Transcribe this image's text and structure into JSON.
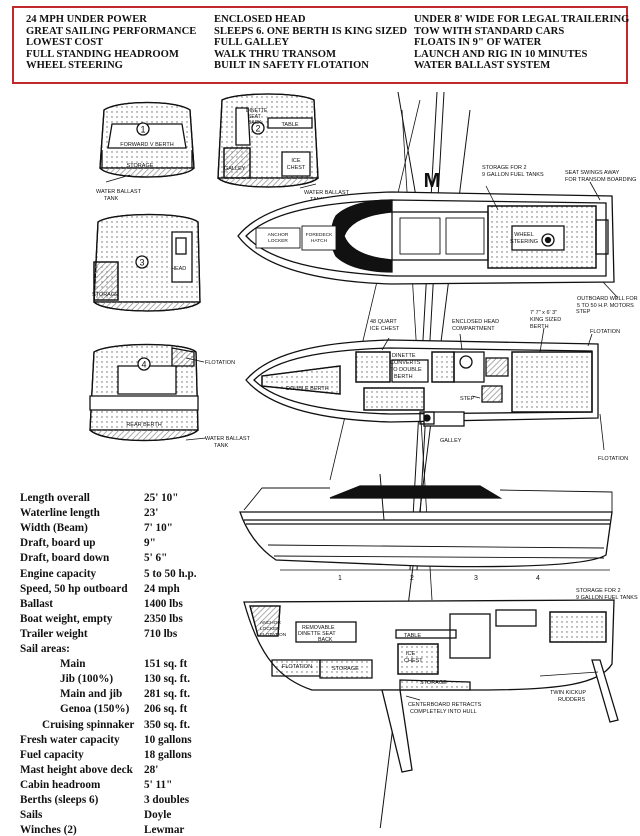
{
  "features": {
    "col1": [
      "24 MPH UNDER POWER",
      "GREAT SAILING PERFORMANCE",
      "LOWEST COST",
      "FULL STANDING HEADROOM",
      "WHEEL STEERING"
    ],
    "col2": [
      "ENCLOSED HEAD",
      "SLEEPS 6.  ONE BERTH IS KING SIZED",
      "FULL GALLEY",
      "WALK THRU TRANSOM",
      "BUILT IN SAFETY FLOTATION"
    ],
    "col3": [
      "UNDER 8' WIDE FOR LEGAL TRAILERING",
      "TOW WITH STANDARD CARS",
      "FLOATS IN 9\" OF WATER",
      "LAUNCH AND RIG IN 10 MINUTES",
      "WATER BALLAST SYSTEM"
    ]
  },
  "specs": [
    {
      "label": "Length overall",
      "value": "25' 10\""
    },
    {
      "label": "Waterline length",
      "value": "23'"
    },
    {
      "label": "Width (Beam)",
      "value": "7' 10\""
    },
    {
      "label": "Draft, board up",
      "value": "9\""
    },
    {
      "label": "Draft, board down",
      "value": "5'  6\""
    },
    {
      "label": "Engine capacity",
      "value": "5 to 50 h.p."
    },
    {
      "label": "Speed, 50 hp outboard",
      "value": "24 mph"
    },
    {
      "label": "Ballast",
      "value": "1400 lbs"
    },
    {
      "label": "Boat weight, empty",
      "value": "2350 lbs"
    },
    {
      "label": "Trailer weight",
      "value": "710 lbs"
    },
    {
      "label": "Sail areas:",
      "value": ""
    },
    {
      "label": "Main",
      "value": "151 sq. ft",
      "indent": true
    },
    {
      "label": "Jib (100%)",
      "value": "130 sq. ft.",
      "indent": true
    },
    {
      "label": "Main and jib",
      "value": "281 sq. ft.",
      "indent": true
    },
    {
      "label": "Genoa (150%)",
      "value": "206 sq. ft",
      "indent": true
    },
    {
      "label": "Cruising spinnaker",
      "value": "350 sq. ft.",
      "indent": true
    },
    {
      "label": "Fresh water capacity",
      "value": "10 gallons"
    },
    {
      "label": "Fuel capacity",
      "value": "18 gallons"
    },
    {
      "label": "Mast height above deck",
      "value": "28'"
    },
    {
      "label": "Cabin headroom",
      "value": "5'  11\""
    },
    {
      "label": "Berths (sleeps 6)",
      "value": "3 doubles"
    },
    {
      "label": "Sails",
      "value": "Doyle"
    },
    {
      "label": "Winches (2)",
      "value": "Lewmar"
    }
  ],
  "sections": {
    "s1": {
      "number": "1",
      "berth": "FORWARD V BERTH",
      "storage": "STORAGE",
      "ballast": [
        "WATER BALLAST",
        "TANK"
      ]
    },
    "s2": {
      "number": "2",
      "dinette": [
        "DINETTE",
        "SEAT",
        "BACK"
      ],
      "table": "TABLE",
      "galley": "GALLEY",
      "ice_chest": [
        "ICE",
        "CHEST"
      ],
      "ballast": [
        "WATER BALLAST",
        "TANK"
      ]
    },
    "s3": {
      "number": "3",
      "head": "HEAD",
      "storage": "STORAGE"
    },
    "s4": {
      "number": "4",
      "flotation": "FLOTATION",
      "berth": "REAR BERTH",
      "ballast": [
        "WATER BALLAST",
        "TANK"
      ]
    }
  },
  "deck_plan": {
    "logo": "M",
    "storage_fuel": [
      "STORAGE FOR 2",
      "9 GALLON FUEL TANKS"
    ],
    "seat_swings": [
      "SEAT SWINGS AWAY",
      "FOR TRANSOM BOARDING"
    ],
    "anchor_locker": [
      "ANCHOR",
      "LOCKER"
    ],
    "foredeck_hatch": [
      "FOREDECK",
      "HATCH"
    ],
    "wheel_steering": [
      "WHEEL",
      "STEERING"
    ],
    "outboard_well": [
      "OUTBOARD WELL FOR",
      "5 TO 50 H.P. MOTORS"
    ]
  },
  "cabin_plan": {
    "ice_chest_48": [
      "48 QUART",
      "ICE CHEST"
    ],
    "enclosed_head": [
      "ENCLOSED HEAD",
      "COMPARTMENT"
    ],
    "king_berth": [
      "7' 7\" x 6' 3\"",
      "KING SIZED",
      "BERTH"
    ],
    "flotation": "FLOTATION",
    "dinette": [
      "DINETTE",
      "CONVERTS",
      "TO DOUBLE",
      "BERTH"
    ],
    "double_berth": "DOUBLE BERTH",
    "step": "STEP",
    "galley": "GALLEY",
    "flotation_side": "FLOTATION",
    "step_transom": "STEP"
  },
  "profile": {
    "stations": [
      "1",
      "2",
      "3",
      "4"
    ]
  },
  "interior_profile": {
    "anchor_locker": [
      "ANCHOR",
      "LOCKER"
    ],
    "flotation_top": "FLOTATION",
    "removable_seat": [
      "REMOVABLE",
      "DINETTE SEAT",
      "BACK"
    ],
    "table": "TABLE",
    "ice_chest": [
      "ICE",
      "CHEST"
    ],
    "flotation": "FLOTATION",
    "storage_a": "STORAGE",
    "storage_b": "STORAGE",
    "storage_fuel": [
      "STORAGE FOR 2",
      "9 GALLON FUEL TANKS"
    ],
    "twin_rudders": [
      "TWIN KICKUP",
      "RUDDERS"
    ],
    "centerboard": [
      "CENTERBOARD RETRACTS",
      "COMPLETELY INTO HULL"
    ]
  },
  "colors": {
    "border": "#c0282c",
    "ink": "#111111",
    "hatch": "#9a9a9a"
  }
}
